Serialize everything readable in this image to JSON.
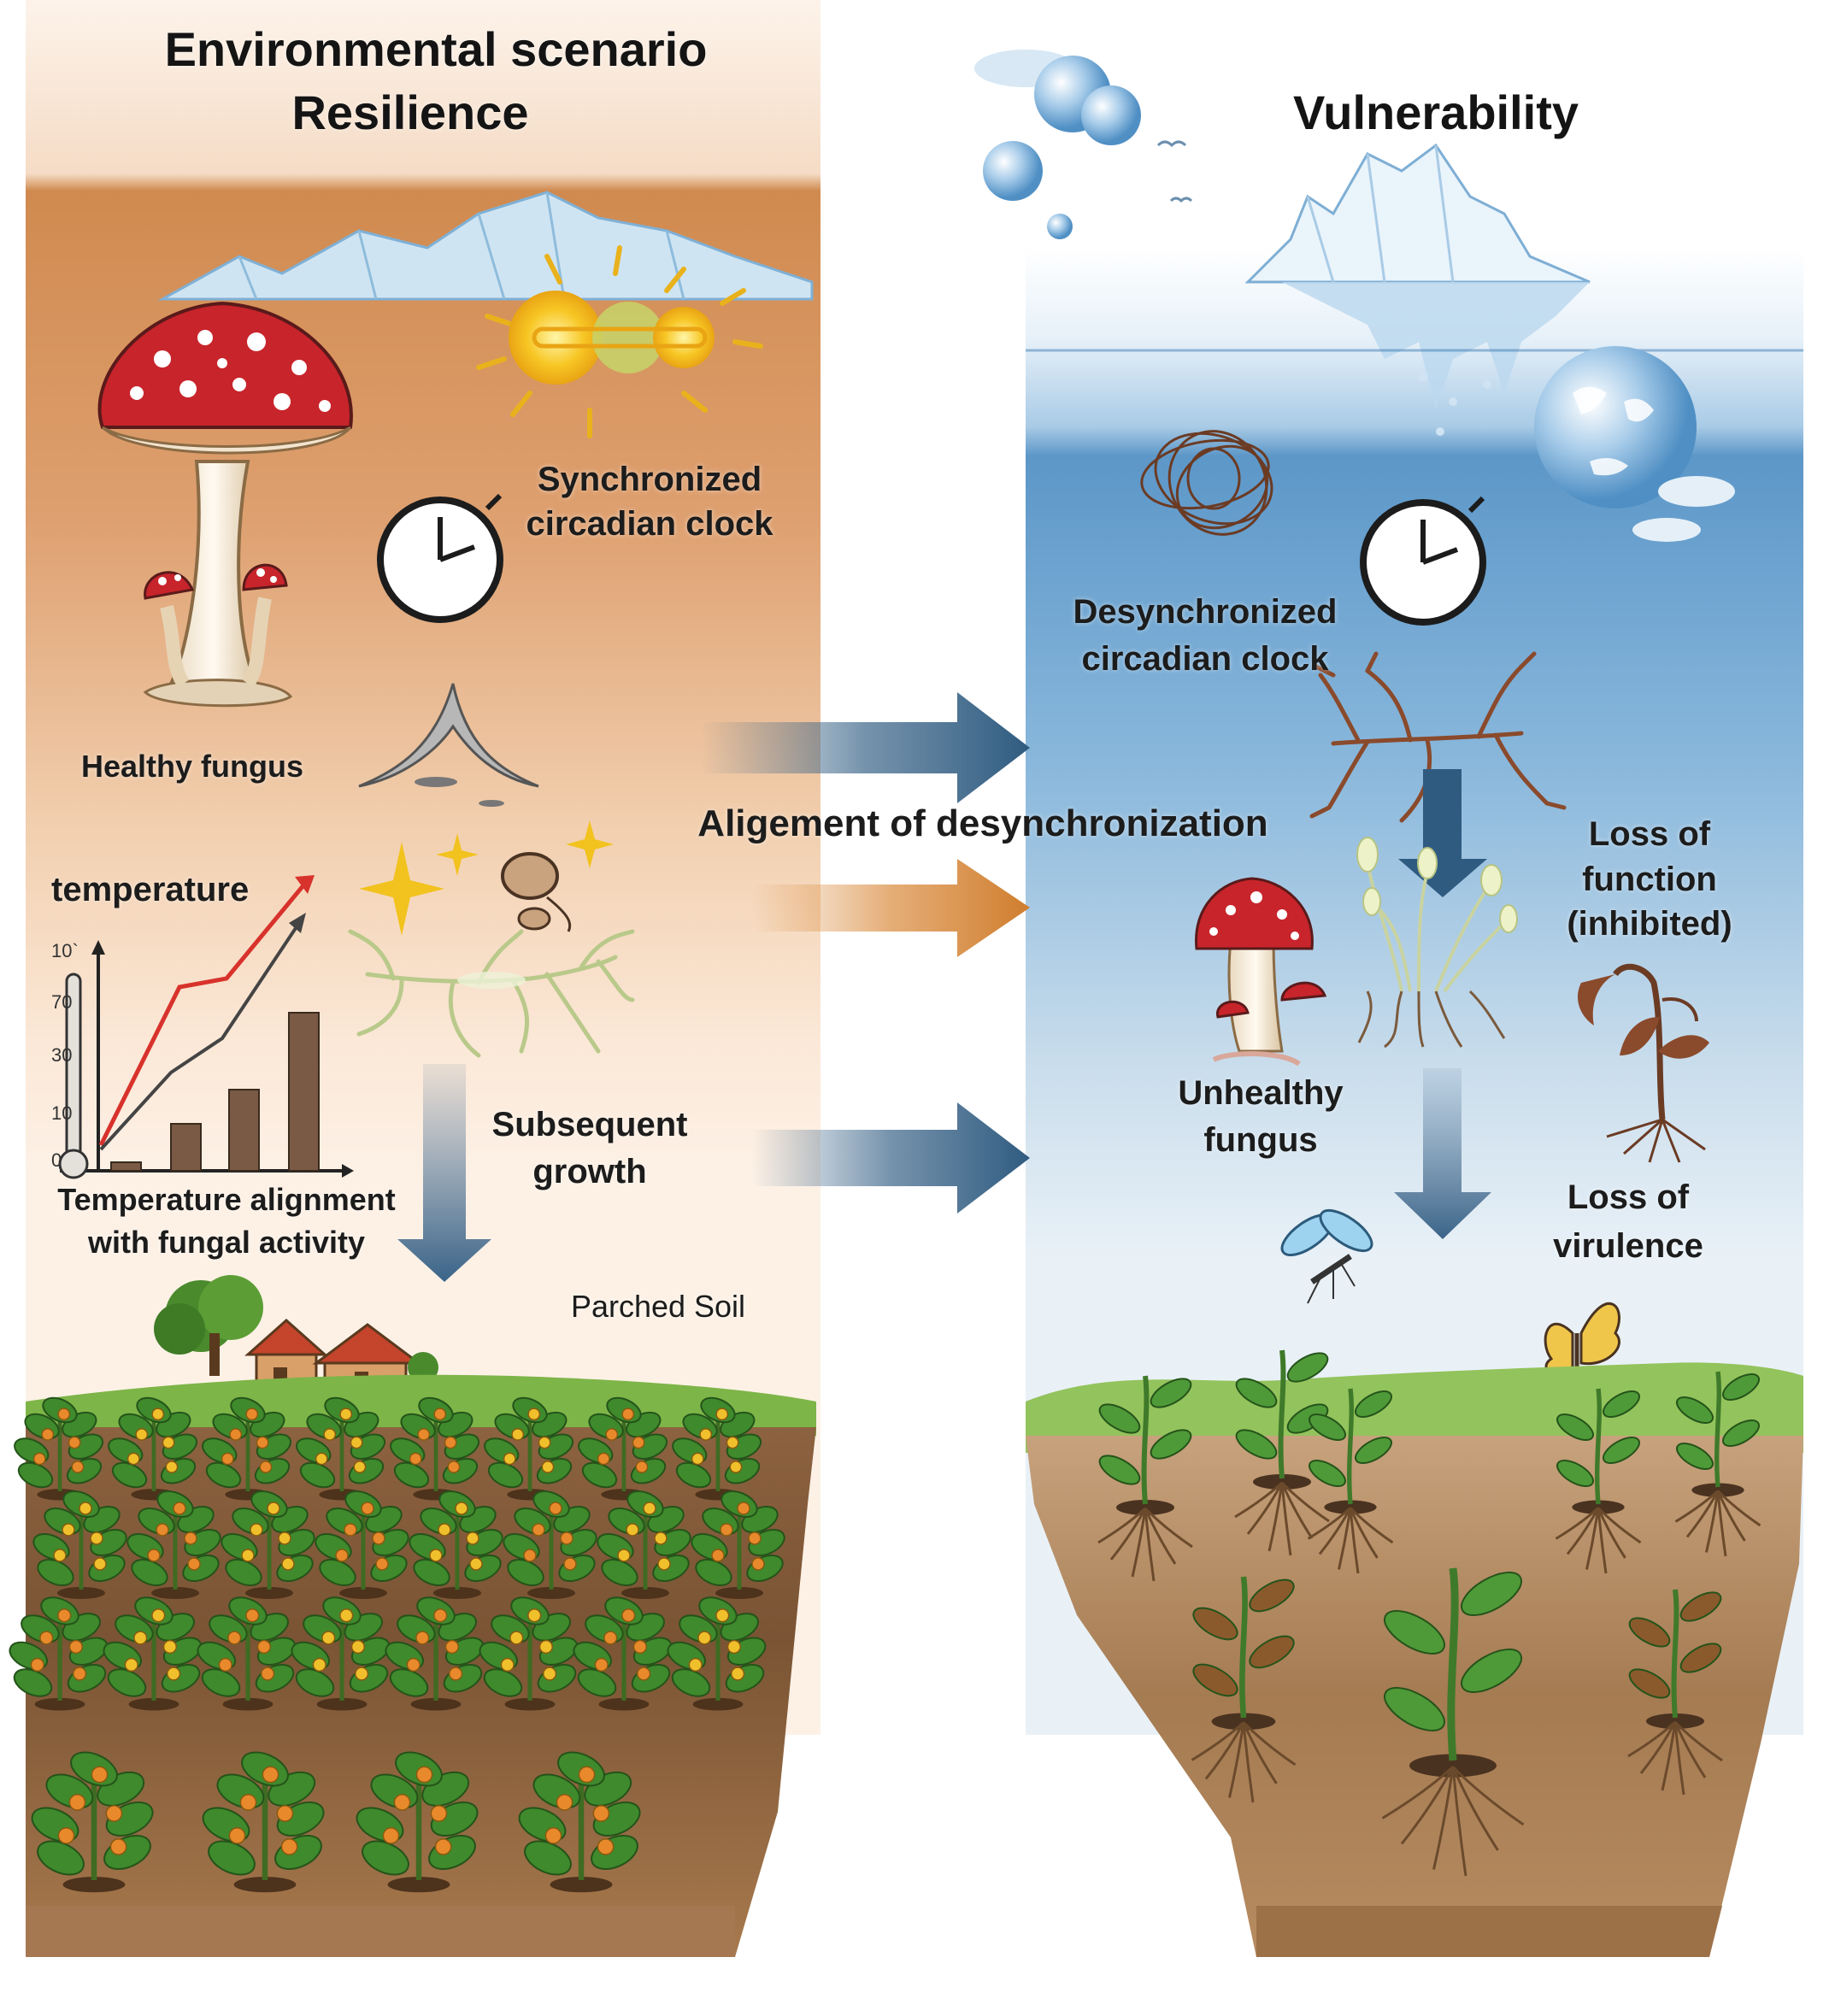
{
  "left_panel": {
    "title_line1": "Environmental scenario",
    "title_line2": "Resilience",
    "synchronized_clock_line1": "Synchronized",
    "synchronized_clock_line2": "circadian clock",
    "healthy_fungus": "Healthy fungus",
    "temperature": "temperature",
    "chart_ticks": [
      "10`",
      "70",
      "30",
      "10",
      "0"
    ],
    "chart_caption_line1": "Temperature alignment",
    "chart_caption_line2": "with fungal activity",
    "subsequent_growth_line1": "Subsequent",
    "subsequent_growth_line2": "growth",
    "parched_soil": "Parched Soil"
  },
  "center": {
    "alignment_label": "Aligement of desynchronization"
  },
  "right_panel": {
    "title": "Vulnerability",
    "desync_clock_line1": "Desynchronized",
    "desync_clock_line2": "circadian clock",
    "loss_function_line1": "Loss of",
    "loss_function_line2": "function",
    "loss_function_line3": "(inhibited)",
    "unhealthy_fungus_line1": "Unhealthy",
    "unhealthy_fungus_line2": "fungus",
    "loss_virulence_line1": "Loss of",
    "loss_virulence_line2": "virulence"
  },
  "colors": {
    "left_bg_top": "#fbeadb",
    "left_bg_soil": "#c98a52",
    "right_bg_top": "#7fb3da",
    "right_bg_bottom": "#e4eef5",
    "arrow_blue": "#3a6488",
    "arrow_orange": "#d98a3c",
    "soil_dark": "#6b4a2c",
    "grass": "#6aa63a",
    "mushroom_red": "#c8242b"
  }
}
